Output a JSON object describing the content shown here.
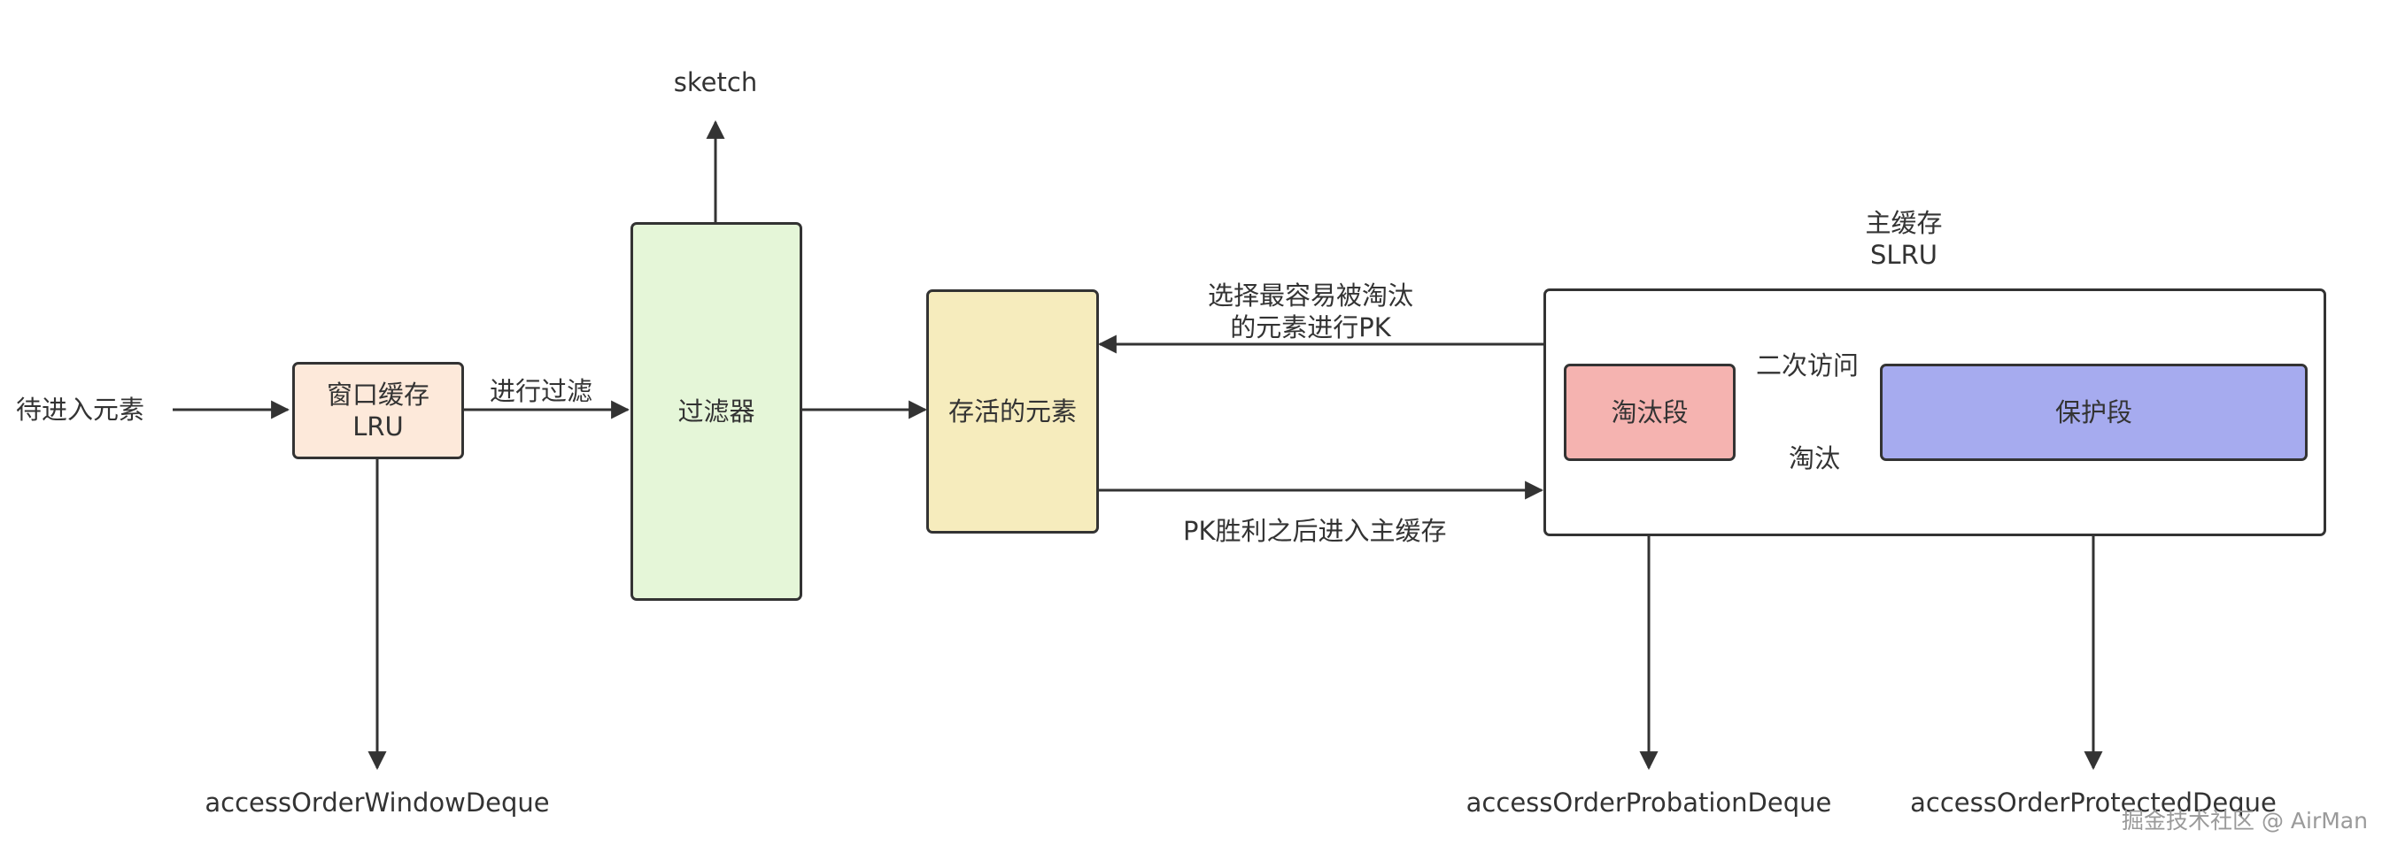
{
  "nodes": {
    "input_label": "待进入元素",
    "window_cache": {
      "line1": "窗口缓存",
      "line2": "LRU",
      "fill": "#fde9da"
    },
    "filter": {
      "label": "过滤器",
      "fill": "#e5f6d8"
    },
    "survivor": {
      "label": "存活的元素",
      "fill": "#f6ecbd"
    },
    "main_cache_title": {
      "line1": "主缓存",
      "line2": "SLRU"
    },
    "probation": {
      "label": "淘汰段",
      "fill": "#f5b3b0"
    },
    "protected": {
      "label": "保护段",
      "fill": "#a6abef"
    },
    "sketch_label": "sketch"
  },
  "edges": {
    "filter_label": "进行过滤",
    "select_pk_line1": "选择最容易被淘汰",
    "select_pk_line2": "的元素进行PK",
    "pk_win_label": "PK胜利之后进入主缓存",
    "second_access_label": "二次访问",
    "evict_label": "淘汰"
  },
  "deques": {
    "window": "accessOrderWindowDeque",
    "probation": "accessOrderProbationDeque",
    "protected": "accessOrderProtectedDeque"
  },
  "watermark": "掘金技术社区 @ AirMan",
  "colors": {
    "stroke": "#333333",
    "text": "#333333"
  }
}
